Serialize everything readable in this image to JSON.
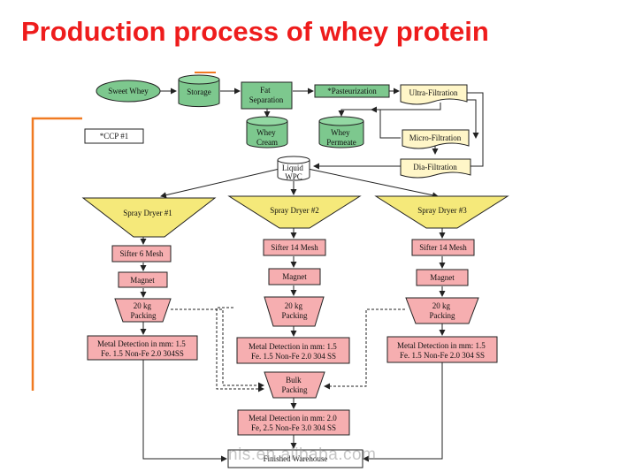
{
  "title": "Production process of whey protein",
  "colors": {
    "title": "#ee1c1c",
    "oval": "#7dc88e",
    "cylinder": "#7dc88e",
    "green_box": "#7dc88e",
    "cream_doc": "#fff6c8",
    "dryer": "#f5e97a",
    "pink_box": "#f6aeb0",
    "accent_line": "#f07a22"
  },
  "nodes": {
    "sweet_whey": "Sweet Whey",
    "storage": "Storage",
    "fat_separation": [
      "Fat",
      "Separation"
    ],
    "pasteurization": "*Pasteurization",
    "ultra_filtration": "Ultra-Filtration",
    "micro_filtration": "Micro-Filtration",
    "dia_filtration": "Dia-Filtration",
    "whey_cream": [
      "Whey",
      "Cream"
    ],
    "whey_permeate": [
      "Whey",
      "Permeate"
    ],
    "liquid_wpc": [
      "Liquid",
      "WPC"
    ],
    "ccp_label": "*CCP #1",
    "spray_dryer_1": "Spray Dryer #1",
    "spray_dryer_2": "Spray Dryer #2",
    "spray_dryer_3": "Spray Dryer #3",
    "sifter_1": "Sifter 6 Mesh",
    "sifter_2": "Sifter 14 Mesh",
    "sifter_3": "Sifter 14 Mesh",
    "magnet_1": "Magnet",
    "magnet_2": "Magnet",
    "magnet_3": "Magnet",
    "packing_1": [
      "20 kg",
      "Packing"
    ],
    "packing_2": [
      "20 kg",
      "Packing"
    ],
    "packing_3": [
      "20 kg",
      "Packing"
    ],
    "metal_1": [
      "Metal Detection in mm: 1.5",
      "Fe. 1.5 Non-Fe 2.0 304SS"
    ],
    "metal_2": [
      "Metal Detection in mm: 1.5",
      "Fe. 1.5 Non-Fe 2.0 304 SS"
    ],
    "metal_3": [
      "Metal Detection in mm: 1.5",
      "Fe. 1.5 Non-Fe 2.0 304 SS"
    ],
    "bulk_packing": [
      "Bulk",
      "Packing"
    ],
    "metal_bulk": [
      "Metal Detection in mm: 2.0",
      "Fe, 2.5 Non-Fe 3.0 304 SS"
    ],
    "finished_warehouse": "Finished Warehouse"
  },
  "watermark": "nis.en.alibaba.com"
}
